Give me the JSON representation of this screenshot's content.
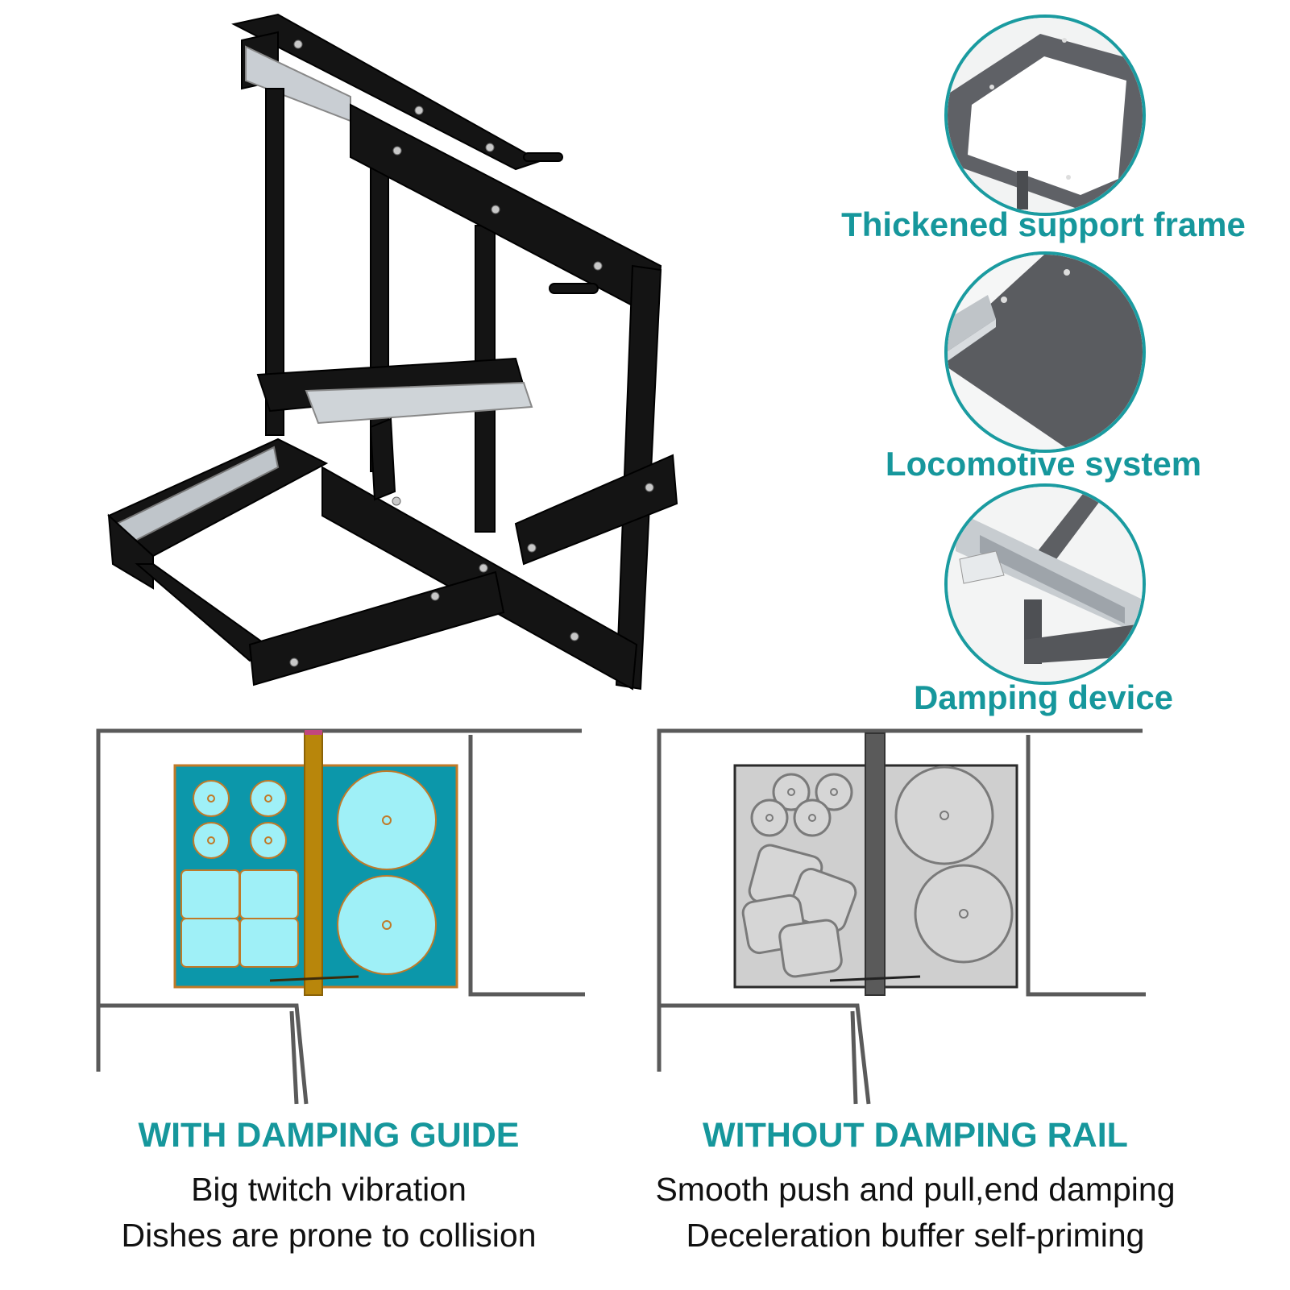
{
  "details": [
    {
      "label": "Thickened support frame",
      "icon": "support-frame-closeup"
    },
    {
      "label": "Locomotive system",
      "icon": "slide-rail-closeup"
    },
    {
      "label": "Damping device",
      "icon": "damper-closeup"
    }
  ],
  "comparison": {
    "left": {
      "title": "WITH DAMPING GUIDE",
      "line1": "Big twitch vibration",
      "line2": "Dishes are prone to collision"
    },
    "right": {
      "title": "WITHOUT DAMPING RAIL",
      "line1": "Smooth push and pull,end damping",
      "line2": "Deceleration buffer self-priming"
    }
  },
  "colors": {
    "accent": "#16979c",
    "frame": "#111111",
    "left_board": "#0c97aa",
    "left_dish": "#9ff0f7",
    "left_rail": "#b8860b",
    "right_board": "#cfcfcf",
    "right_rail": "#5a5a5a"
  }
}
